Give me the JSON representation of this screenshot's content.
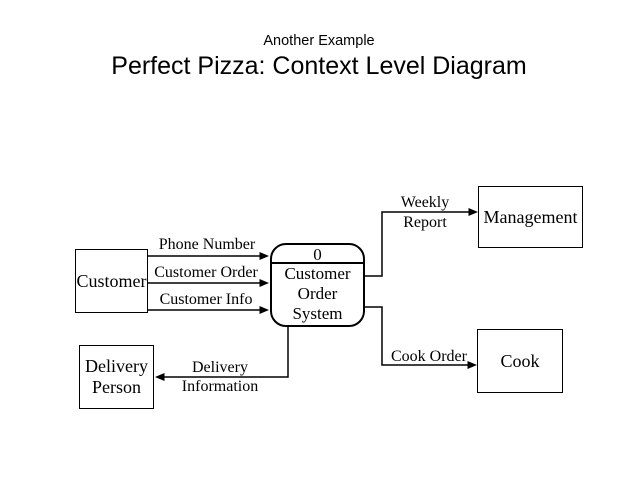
{
  "header": {
    "subtitle": "Another Example",
    "title": "Perfect Pizza: Context Level Diagram"
  },
  "process": {
    "number": "0",
    "name_line1": "Customer",
    "name_line2": "Order",
    "name_line3": "System"
  },
  "entities": {
    "customer": "Customer",
    "management": "Management",
    "cook": "Cook",
    "delivery_person_line1": "Delivery",
    "delivery_person_line2": "Person"
  },
  "flows": {
    "phone_number": "Phone Number",
    "customer_order": "Customer Order",
    "customer_info": "Customer Info",
    "weekly_report_line1": "Weekly",
    "weekly_report_line2": "Report",
    "cook_order": "Cook Order",
    "delivery_information_line1": "Delivery",
    "delivery_information_line2": "Information"
  },
  "colors": {
    "background": "#ffffff",
    "line": "#000000",
    "text": "#000000"
  }
}
